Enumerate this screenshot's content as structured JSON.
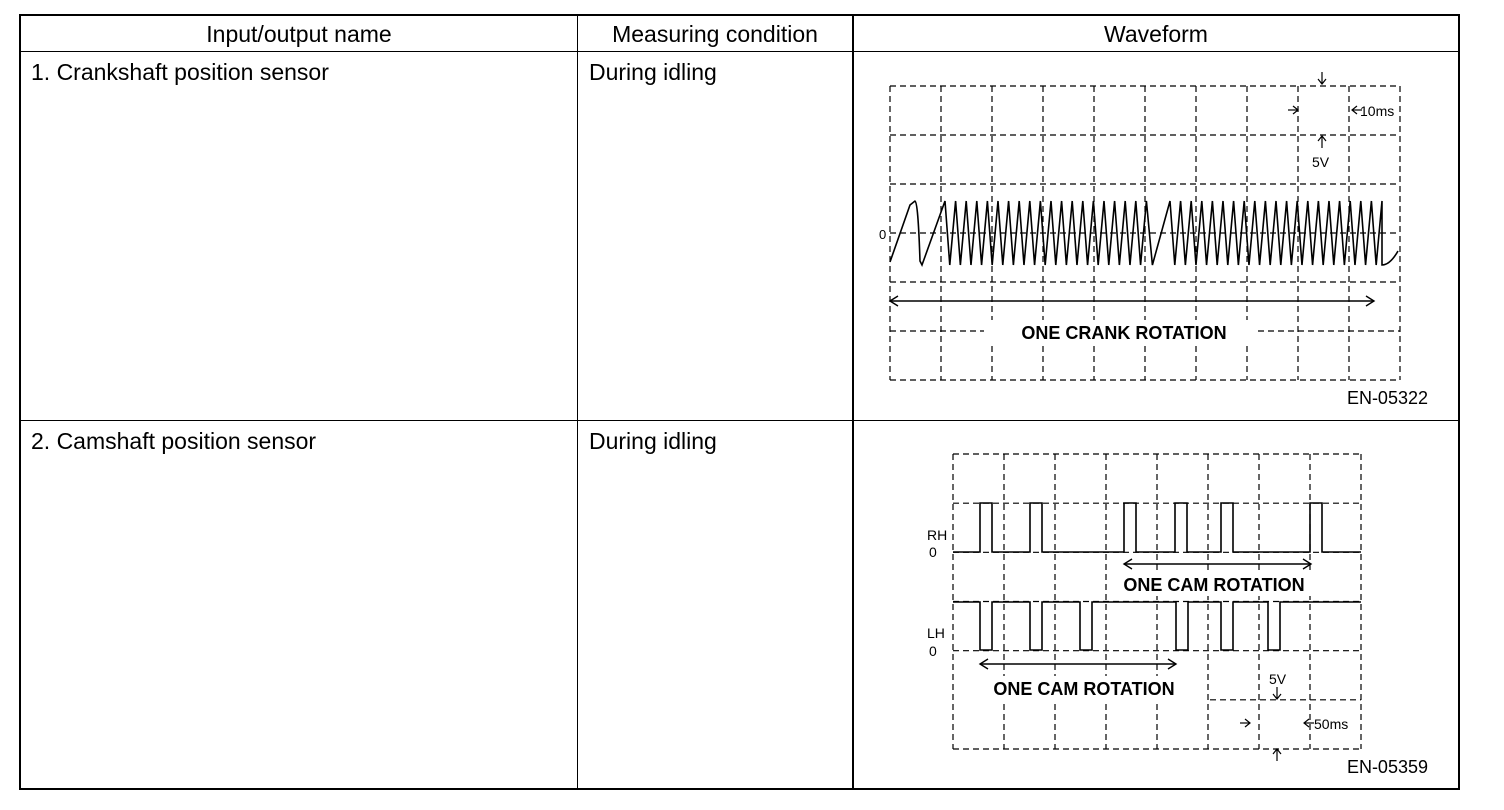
{
  "table": {
    "headers": [
      "Input/output name",
      "Measuring condition",
      "Waveform"
    ],
    "rows": [
      {
        "name": "1. Crankshaft position sensor",
        "condition": "During idling",
        "figure": {
          "scale_time": "10ms",
          "scale_volt": "5V",
          "zero_label": "0",
          "rotation_label": "ONE CRANK ROTATION",
          "figure_id": "EN-05322"
        }
      },
      {
        "name": "2. Camshaft position sensor",
        "condition": "During idling",
        "figure": {
          "rh_label": "RH",
          "rh_zero": "0",
          "lh_label": "LH",
          "lh_zero": "0",
          "rotation_label_rh": "ONE CAM ROTATION",
          "rotation_label_lh": "ONE CAM ROTATION",
          "scale_volt": "5V",
          "scale_time": "50ms",
          "figure_id": "EN-05359"
        }
      }
    ]
  }
}
